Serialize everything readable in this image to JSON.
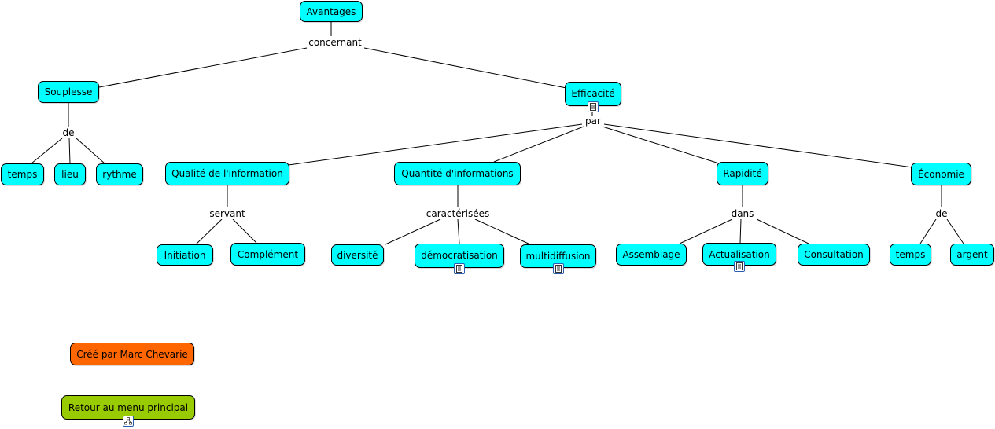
{
  "nodes": {
    "avantages": "Avantages",
    "souplesse": "Souplesse",
    "efficacite": "Efficacité",
    "temps1": "temps",
    "lieu": "lieu",
    "rythme": "rythme",
    "qualite": "Qualité de l'information",
    "quantite": "Quantité d'informations",
    "rapidite": "Rapidité",
    "economie": "Économie",
    "initiation": "Initiation",
    "complement": "Complément",
    "diversite": "diversité",
    "democratisation": "démocratisation",
    "multidiffusion": "multidiffusion",
    "assemblage": "Assemblage",
    "actualisation": "Actualisation",
    "consultation": "Consultation",
    "temps2": "temps",
    "argent": "argent",
    "credit": "Créé par Marc Chevarie",
    "retour": "Retour au menu principal"
  },
  "links": {
    "concernant": "concernant",
    "de1": "de",
    "par": "par",
    "servant": "servant",
    "caracterisees": "caractérisées",
    "dans": "dans",
    "de2": "de"
  },
  "icons": {
    "document": "document-icon",
    "concept_map": "concept-map-icon"
  },
  "colors": {
    "concept": "#00ffff",
    "credit": "#ff6600",
    "menu": "#99cc00"
  }
}
